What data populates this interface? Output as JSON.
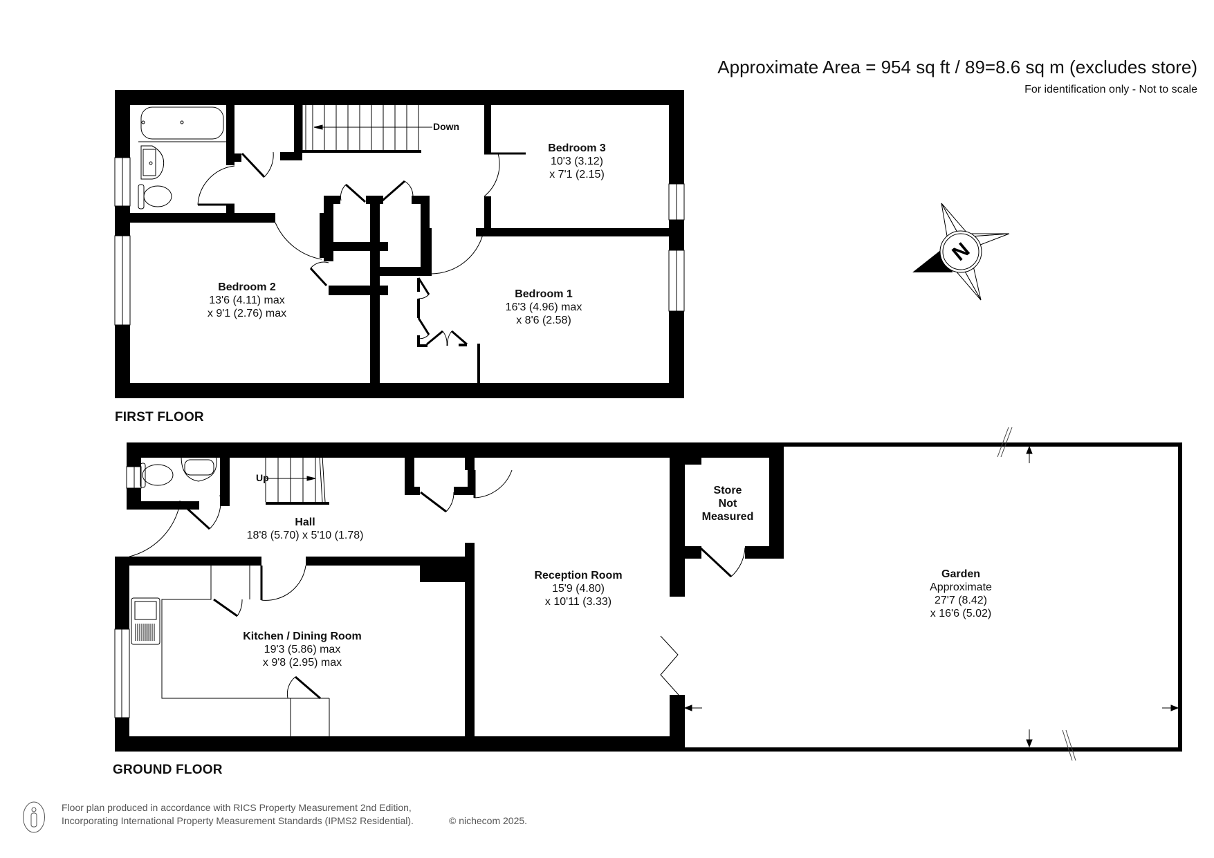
{
  "header": {
    "area_title": "Approximate Area = 954 sq ft / 89=8.6 sq m (excludes store)",
    "disclaimer": "For identification only - Not to scale"
  },
  "compass": {
    "label": "N",
    "icon": "north-compass-icon"
  },
  "first_floor": {
    "label": "FIRST FLOOR",
    "stairs_label": "Down",
    "rooms": [
      {
        "name": "Bedroom 3",
        "dim1": "10'3 (3.12)",
        "dim2": "x 7'1 (2.15)"
      },
      {
        "name": "Bedroom 2",
        "dim1": "13'6 (4.11) max",
        "dim2": "x 9'1 (2.76) max"
      },
      {
        "name": "Bedroom 1",
        "dim1": "16'3 (4.96) max",
        "dim2": "x 8'6 (2.58)"
      }
    ]
  },
  "ground_floor": {
    "label": "GROUND FLOOR",
    "stairs_label": "Up",
    "rooms": [
      {
        "name": "Hall",
        "dim1": "18'8 (5.70) x 5'10 (1.78)"
      },
      {
        "name": "Kitchen / Dining Room",
        "dim1": "19'3 (5.86) max",
        "dim2": "x 9'8 (2.95) max"
      },
      {
        "name": "Reception Room",
        "dim1": "15'9 (4.80)",
        "dim2": "x 10'11 (3.33)"
      },
      {
        "name": "Store",
        "dim1": "Not",
        "dim2": "Measured"
      },
      {
        "name": "Garden",
        "dim1": "Approximate",
        "dim2": "27'7 (8.42)",
        "dim3": "x 16'6 (5.02)"
      }
    ]
  },
  "footer": {
    "line1": "Floor plan produced in accordance with RICS Property Measurement 2nd Edition,",
    "line2": "Incorporating International Property Measurement Standards (IPMS2 Residential).",
    "copyright": "© nichecom 2025."
  }
}
